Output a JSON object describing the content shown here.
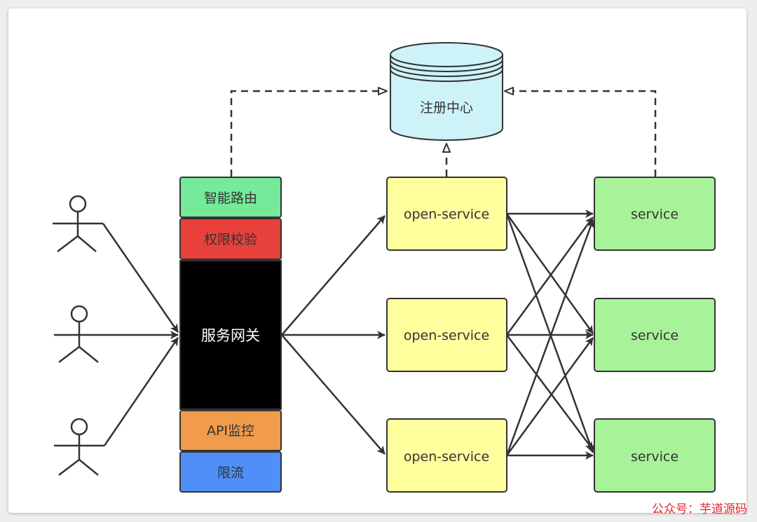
{
  "registry": {
    "label": "注册中心"
  },
  "gateway": {
    "label": "服务网关",
    "modules": {
      "routing": "智能路由",
      "auth": "权限校验",
      "monitor": "API监控",
      "ratelimit": "限流"
    }
  },
  "open_services": [
    {
      "label": "open-service"
    },
    {
      "label": "open-service"
    },
    {
      "label": "open-service"
    }
  ],
  "services": [
    {
      "label": "service"
    },
    {
      "label": "service"
    },
    {
      "label": "service"
    }
  ],
  "watermark": "公众号：芋道源码",
  "colors": {
    "routing": "#74ea9a",
    "auth": "#e8413c",
    "gateway_core": "#000000",
    "monitor": "#f19c4b",
    "ratelimit": "#4f8ff7",
    "open_service": "#ffff9e",
    "service": "#a8f39a",
    "registry": "#cdf3f8",
    "edge": "#333333"
  }
}
